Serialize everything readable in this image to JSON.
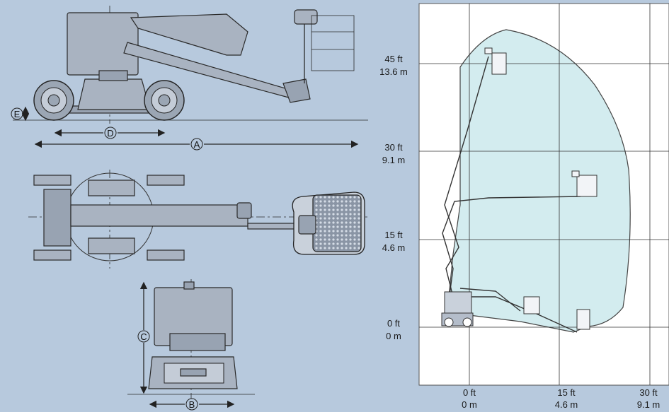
{
  "dimensions": {
    "a": "A",
    "b": "B",
    "c": "C",
    "d": "D",
    "e": "E"
  },
  "chart": {
    "height_ticks": [
      {
        "ft": "45 ft",
        "m": "13.6 m"
      },
      {
        "ft": "30 ft",
        "m": "9.1 m"
      },
      {
        "ft": "15 ft",
        "m": "4.6 m"
      },
      {
        "ft": "0 ft",
        "m": "0 m"
      }
    ],
    "reach_ticks": [
      {
        "ft": "0 ft",
        "m": "0 m"
      },
      {
        "ft": "15 ft",
        "m": "4.6 m"
      },
      {
        "ft": "30 ft",
        "m": "9.1 m"
      }
    ]
  },
  "colors": {
    "background": "#b7c9dd",
    "panel": "#ffffff",
    "envelope": "#d3ecef",
    "machine": "#a9b3c1"
  }
}
